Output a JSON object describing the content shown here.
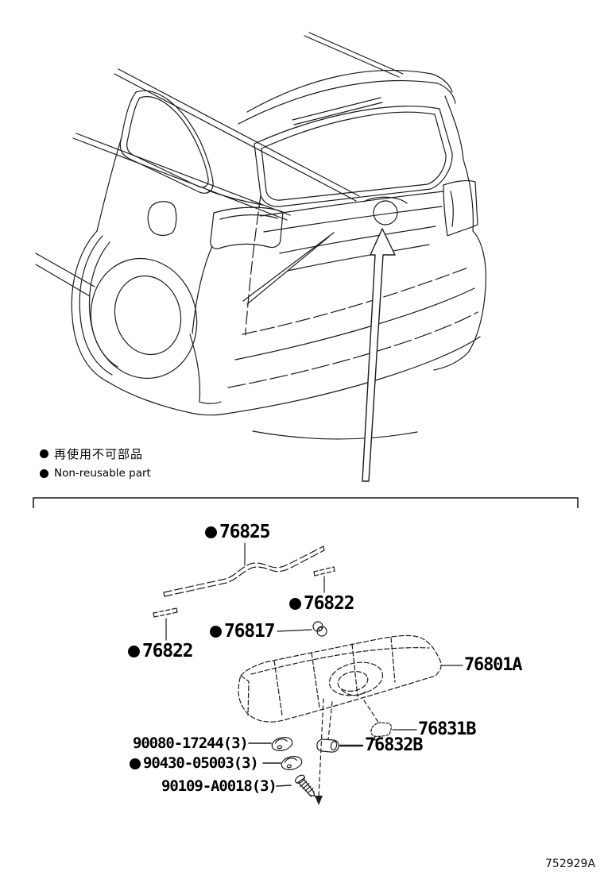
{
  "legend": {
    "jp_label": "再使用不可部品",
    "en_label": "Non-reusable part"
  },
  "parts": {
    "moulding": {
      "id": "76825",
      "non_reusable": true
    },
    "retainer_right": {
      "id": "76822",
      "non_reusable": true
    },
    "grommet": {
      "id": "76817",
      "non_reusable": true
    },
    "retainer_left": {
      "id": "76822",
      "non_reusable": true
    },
    "garnish": {
      "id": "76801A",
      "non_reusable": false
    },
    "pad_upper": {
      "id": "76831B",
      "non_reusable": false
    },
    "pad_lower": {
      "id": "76832B",
      "non_reusable": false
    },
    "clip": {
      "id": "90080-17244(3)",
      "non_reusable": false
    },
    "clip_marked": {
      "id": "90430-05003(3)",
      "non_reusable": true
    },
    "screw": {
      "id": "90109-A0018(3)",
      "non_reusable": false
    }
  },
  "footer": {
    "drawing_code": "752929A"
  },
  "colors": {
    "ink": "#1b1b1b",
    "background": "#ffffff"
  }
}
